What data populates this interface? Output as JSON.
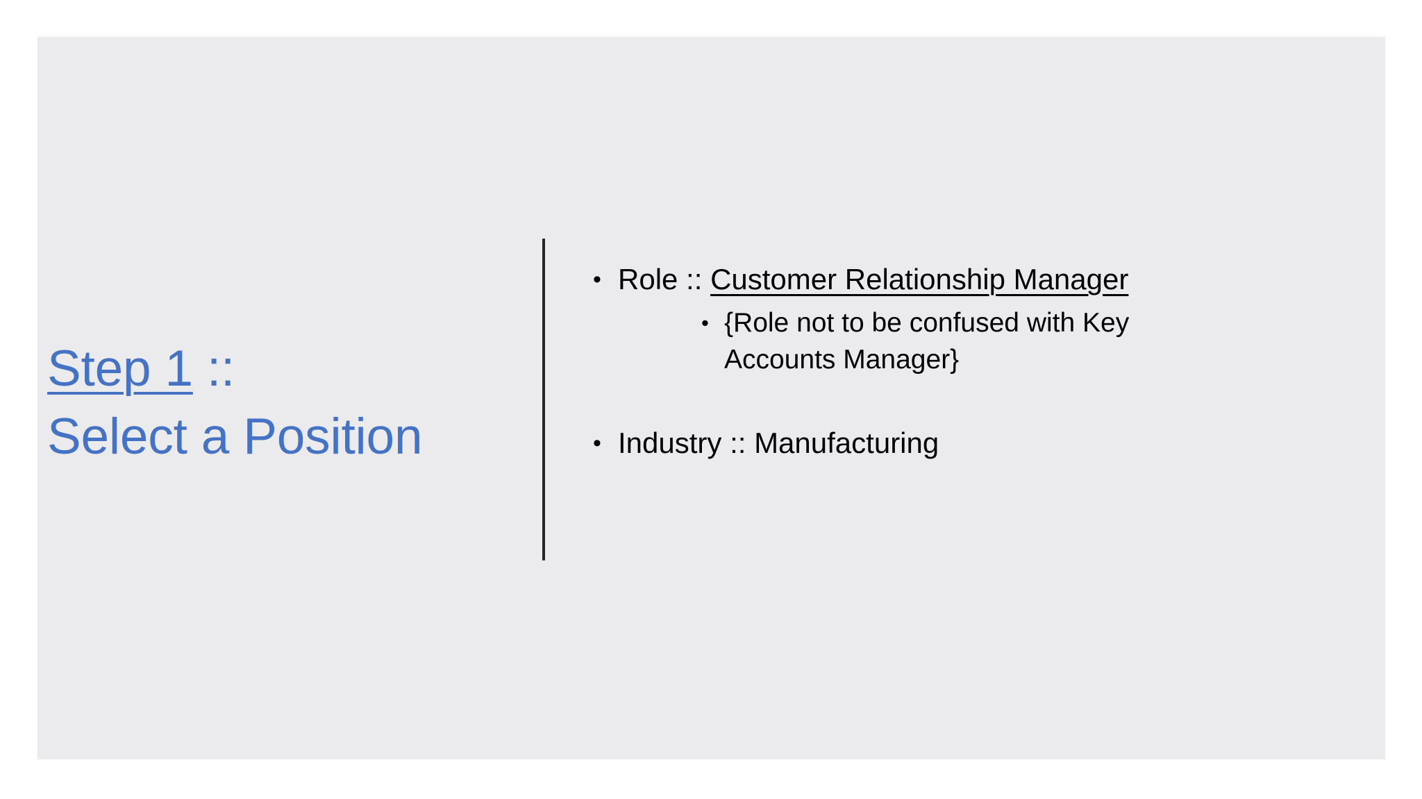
{
  "slide": {
    "background_color": "#ebeaec",
    "page_background_color": "#ffffff",
    "accent_color": "#4472c4",
    "body_text_color": "#000000",
    "divider_color": "#262626"
  },
  "title": {
    "line1_underlined": "Step 1",
    "line1_suffix": " ::",
    "line2": "Select a Position"
  },
  "body": {
    "bullet_glyph": "•",
    "items": [
      {
        "level": 1,
        "prefix": "Role :: ",
        "underlined": "Customer Relationship Manager",
        "suffix": ""
      },
      {
        "level": 2,
        "prefix": "{Role not to be confused with Key Accounts Manager}",
        "underlined": "",
        "suffix": ""
      },
      {
        "level": 1,
        "prefix": "Industry :: Manufacturing",
        "underlined": "",
        "suffix": ""
      }
    ]
  }
}
